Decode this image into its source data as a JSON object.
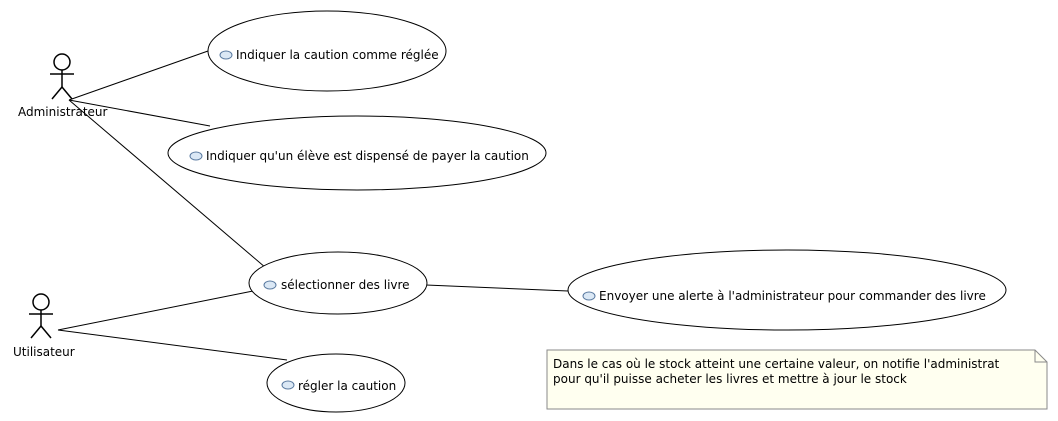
{
  "diagram": {
    "type": "uml-use-case",
    "actors": [
      {
        "id": "admin",
        "name": "Administrateur"
      },
      {
        "id": "user",
        "name": "Utilisateur"
      }
    ],
    "use_cases": [
      {
        "id": "uc1",
        "label": "Indiquer la caution comme réglée",
        "icon": "use-case-icon"
      },
      {
        "id": "uc2",
        "label": "Indiquer qu'un élève est dispensé de payer la caution",
        "icon": "use-case-icon"
      },
      {
        "id": "uc3",
        "label": "sélectionner des livre",
        "icon": "use-case-icon"
      },
      {
        "id": "uc4",
        "label": "Envoyer une alerte à l'administrateur pour commander des livre",
        "icon": "use-case-icon"
      },
      {
        "id": "uc5",
        "label": "régler la caution",
        "icon": "use-case-icon"
      }
    ],
    "associations": [
      [
        "admin",
        "uc1"
      ],
      [
        "admin",
        "uc2"
      ],
      [
        "admin",
        "uc3"
      ],
      [
        "user",
        "uc3"
      ],
      [
        "user",
        "uc5"
      ],
      [
        "uc3",
        "uc4"
      ]
    ],
    "note": {
      "lines": [
        "Dans le cas où le stock atteint une certaine valeur, on notifie l'administrat",
        "pour qu'il puisse acheter les livres et mettre à jour le stock"
      ]
    },
    "colors": {
      "ellipse_fill": "#ffffff",
      "stroke": "#000000",
      "note_fill": "#fffff0",
      "note_stroke": "#8a8a8a",
      "icon_fill": "#dbe8f5",
      "icon_stroke": "#5a7aa0"
    }
  }
}
